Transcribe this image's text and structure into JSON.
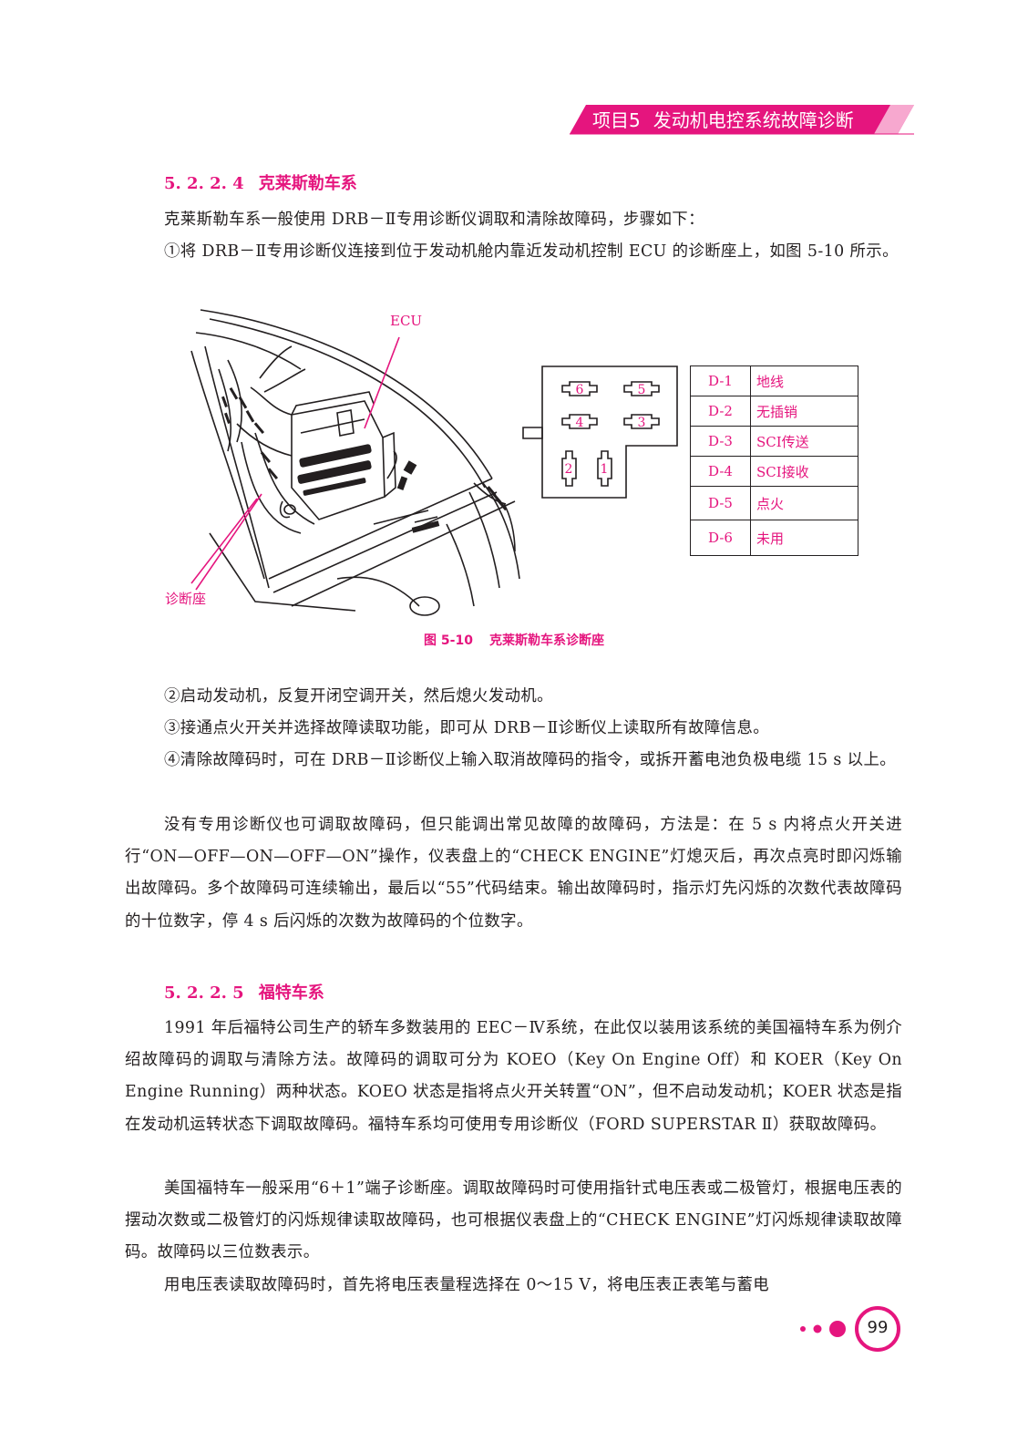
{
  "header": {
    "project_label": "项目5",
    "project_title": "发动机电控系统故障诊断",
    "accent_color": "#e5157e"
  },
  "section_1": {
    "number": "5. 2. 2. 4",
    "title": "克莱斯勒车系"
  },
  "paragraphs_1": [
    "克莱斯勒车系一般使用 DRB－Ⅱ专用诊断仪调取和清除故障码，步骤如下：",
    "①将 DRB－Ⅱ专用诊断仪连接到位于发动机舱内靠近发动机控制 ECU 的诊断座上，如图 5-10 所示。"
  ],
  "figure": {
    "ecu_label": "ECU",
    "socket_label": "诊断座",
    "pins": [
      "6",
      "5",
      "4",
      "3",
      "2",
      "1"
    ],
    "pin_table": [
      {
        "code": "D-1",
        "name": "地线"
      },
      {
        "code": "D-2",
        "name": "无插销"
      },
      {
        "code": "D-3",
        "name": "SCI传送"
      },
      {
        "code": "D-4",
        "name": "SCI接收"
      },
      {
        "code": "D-5",
        "name": "点火"
      },
      {
        "code": "D-6",
        "name": "未用"
      }
    ],
    "caption_number": "图 5-10",
    "caption_title": "克莱斯勒车系诊断座"
  },
  "paragraphs_2": [
    "②启动发动机，反复开闭空调开关，然后熄火发动机。",
    "③接通点火开关并选择故障读取功能，即可从 DRB－Ⅱ诊断仪上读取所有故障信息。",
    "④清除故障码时，可在 DRB－Ⅱ诊断仪上输入取消故障码的指令，或拆开蓄电池负极电缆 15 s 以上。",
    "没有专用诊断仪也可调取故障码，但只能调出常见故障的故障码，方法是：在 5 s 内将点火开关进行“ON—OFF—ON—OFF—ON”操作，仪表盘上的“CHECK ENGINE”灯熄灭后，再次点亮时即闪烁输出故障码。多个故障码可连续输出，最后以“55”代码结束。输出故障码时，指示灯先闪烁的次数代表故障码的十位数字，停 4 s 后闪烁的次数为故障码的个位数字。"
  ],
  "section_2": {
    "number": "5. 2. 2. 5",
    "title": "福特车系"
  },
  "paragraphs_3": [
    "1991 年后福特公司生产的轿车多数装用的 EEC－Ⅳ系统，在此仅以装用该系统的美国福特车系为例介绍故障码的调取与清除方法。故障码的调取可分为 KOEO（Key On Engine Off）和 KOER（Key On Engine Running）两种状态。KOEO 状态是指将点火开关转置“ON”，但不启动发动机；KOER 状态是指在发动机运转状态下调取故障码。福特车系均可使用专用诊断仪（FORD SUPERSTAR Ⅱ）获取故障码。",
    "美国福特车一般采用“6＋1”端子诊断座。调取故障码时可使用指针式电压表或二极管灯，根据电压表的摆动次数或二极管灯的闪烁规律读取故障码，也可根据仪表盘上的“CHECK ENGINE”灯闪烁规律读取故障码。故障码以三位数表示。",
    "用电压表读取故障码时，首先将电压表量程选择在 0～15 V，将电压表正表笔与蓄电"
  ],
  "footer": {
    "page_number": "99"
  }
}
